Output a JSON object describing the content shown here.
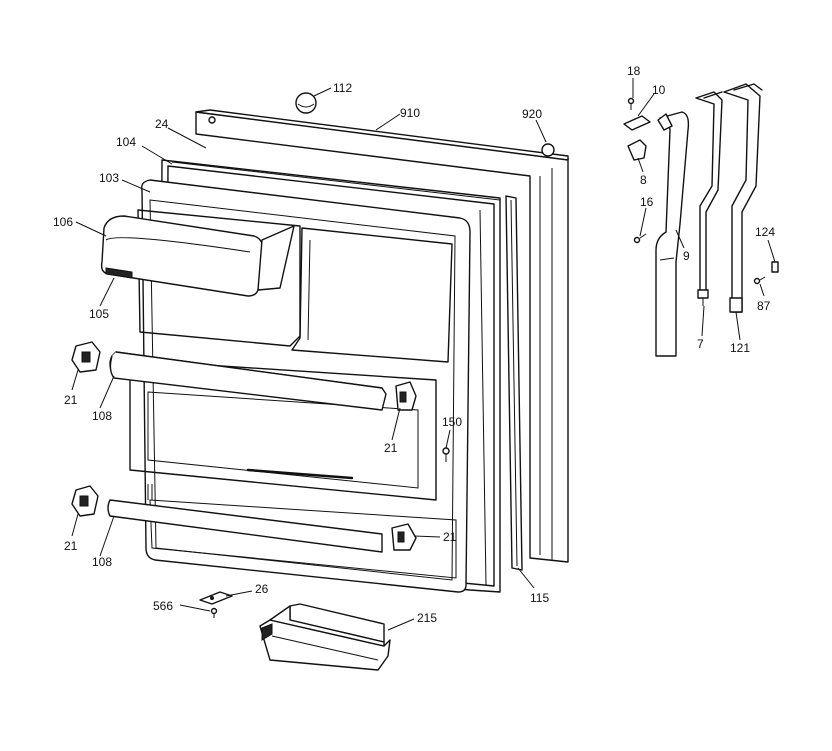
{
  "labels": {
    "p112": "112",
    "p910": "910",
    "p920": "920",
    "p24": "24",
    "p104": "104",
    "p103": "103",
    "p106": "106",
    "p105": "105",
    "p21a": "21",
    "p108a": "108",
    "p21b": "21",
    "p150": "150",
    "p21c": "21",
    "p108b": "108",
    "p21d": "21",
    "p26": "26",
    "p566": "566",
    "p215": "215",
    "p115": "115",
    "p18": "18",
    "p10": "10",
    "p8": "8",
    "p16": "16",
    "p9": "9",
    "p7": "7",
    "p121": "121",
    "p124": "124",
    "p87": "87"
  }
}
